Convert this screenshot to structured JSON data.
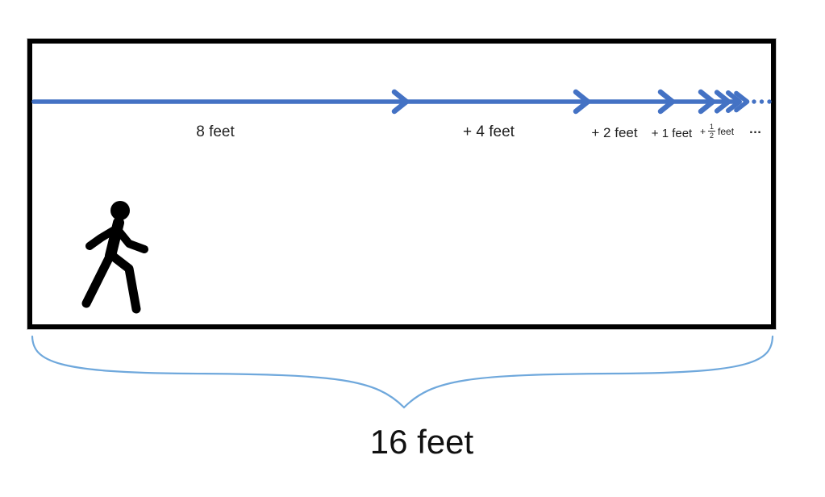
{
  "diagram": {
    "description": "Geometric series walking distance diagram",
    "distances_feet": [
      8,
      4,
      2,
      1,
      0.5
    ],
    "total_feet": 16
  },
  "segment_labels": [
    {
      "text": "8 feet"
    },
    {
      "text": "+ 4 feet"
    },
    {
      "text": "+ 2 feet"
    },
    {
      "text": "+ 1 feet"
    },
    {
      "prefix": "+",
      "fraction": {
        "numerator": "1",
        "denominator": "2"
      },
      "suffix": "feet"
    }
  ],
  "labels_ellipsis": "…",
  "arrow_ellipsis": "…",
  "total_label": "16 feet",
  "icons": {
    "walking_person": "walking-person-icon",
    "arrow": "right-arrow-chevrons-icon",
    "brace": "curly-brace-icon"
  },
  "colors": {
    "arrow_blue": "#4472C4",
    "brace_blue": "#6FA8DC",
    "figure_black": "#000000",
    "border_black": "#000000"
  }
}
